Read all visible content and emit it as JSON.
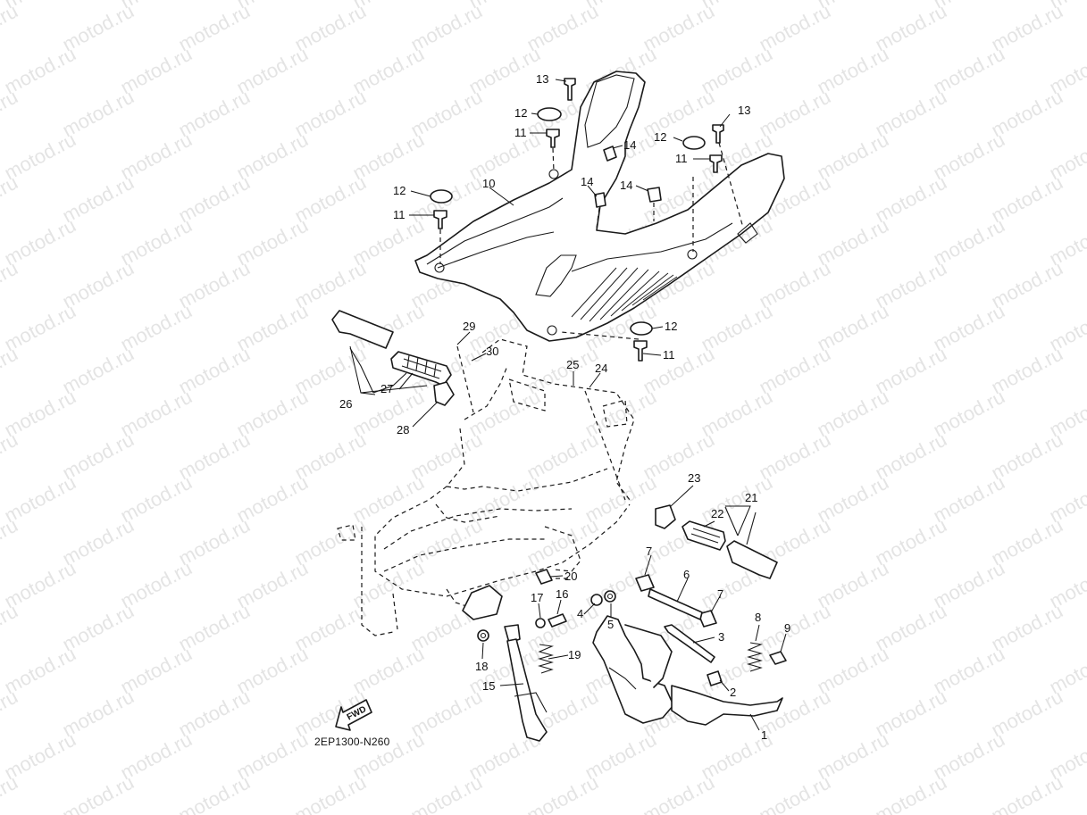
{
  "watermark": "motod.ru",
  "diagram_code": "2EP1300-N260",
  "fwd_label": "FWD",
  "callouts": [
    {
      "id": "c13a",
      "text": "13"
    },
    {
      "id": "c12a",
      "text": "12"
    },
    {
      "id": "c11a",
      "text": "11"
    },
    {
      "id": "c14a",
      "text": "14"
    },
    {
      "id": "c12b",
      "text": "12"
    },
    {
      "id": "c11b",
      "text": "11"
    },
    {
      "id": "c13b",
      "text": "13"
    },
    {
      "id": "c12c",
      "text": "12"
    },
    {
      "id": "c10",
      "text": "10"
    },
    {
      "id": "c14b",
      "text": "14"
    },
    {
      "id": "c14c",
      "text": "14"
    },
    {
      "id": "c11c",
      "text": "11"
    },
    {
      "id": "c12d",
      "text": "12"
    },
    {
      "id": "c11d",
      "text": "11"
    },
    {
      "id": "c29",
      "text": "29"
    },
    {
      "id": "c30",
      "text": "30"
    },
    {
      "id": "c25",
      "text": "25"
    },
    {
      "id": "c24",
      "text": "24"
    },
    {
      "id": "c27",
      "text": "27"
    },
    {
      "id": "c26",
      "text": "26"
    },
    {
      "id": "c28",
      "text": "28"
    },
    {
      "id": "c23",
      "text": "23"
    },
    {
      "id": "c21",
      "text": "21"
    },
    {
      "id": "c22",
      "text": "22"
    },
    {
      "id": "c7a",
      "text": "7"
    },
    {
      "id": "c6",
      "text": "6"
    },
    {
      "id": "c7b",
      "text": "7"
    },
    {
      "id": "c20",
      "text": "20"
    },
    {
      "id": "c17",
      "text": "17"
    },
    {
      "id": "c16",
      "text": "16"
    },
    {
      "id": "c4",
      "text": "4"
    },
    {
      "id": "c5",
      "text": "5"
    },
    {
      "id": "c3",
      "text": "3"
    },
    {
      "id": "c8",
      "text": "8"
    },
    {
      "id": "c9",
      "text": "9"
    },
    {
      "id": "c18",
      "text": "18"
    },
    {
      "id": "c19",
      "text": "19"
    },
    {
      "id": "c15",
      "text": "15"
    },
    {
      "id": "c2",
      "text": "2"
    },
    {
      "id": "c1",
      "text": "1"
    }
  ]
}
